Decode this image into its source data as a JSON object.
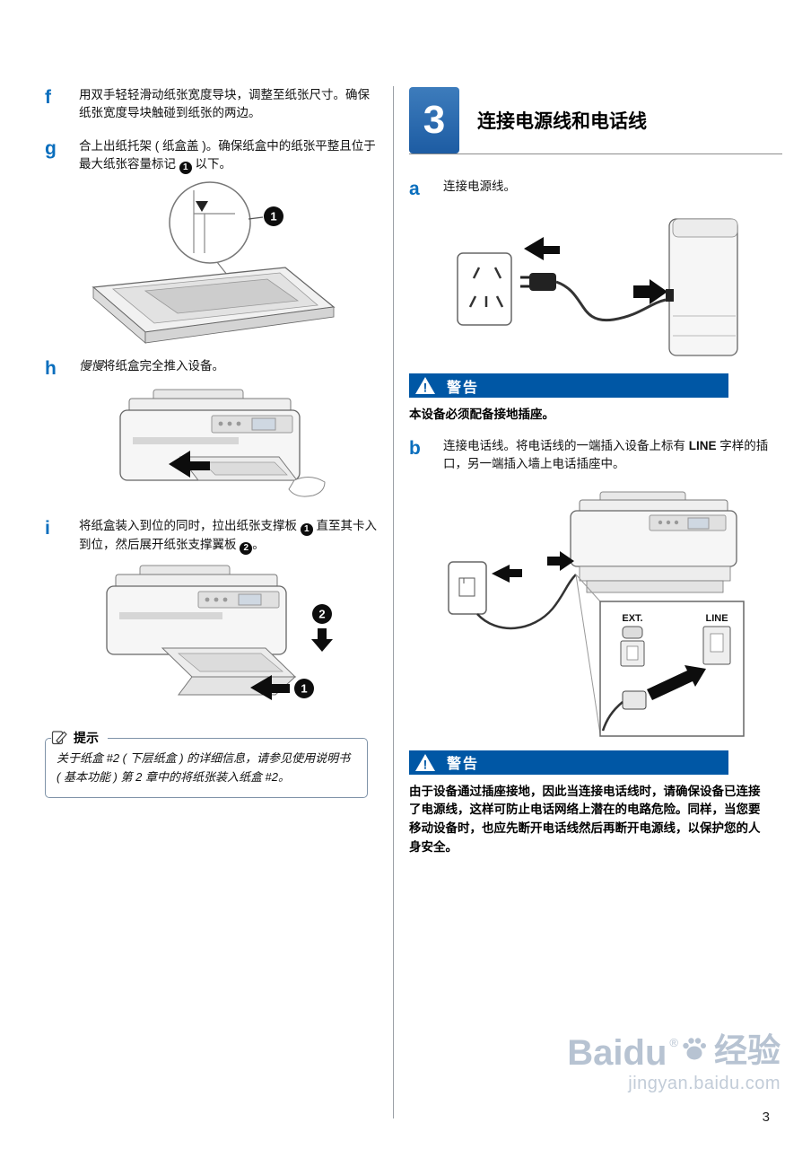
{
  "page": {
    "number": "3"
  },
  "watermark": {
    "brand": "Baidu",
    "reg": "®",
    "suffix": "经验",
    "url": "jingyan.baidu.com"
  },
  "badges": {
    "one": "1",
    "two": "2"
  },
  "icons": {
    "warning_mark": "!"
  },
  "left": {
    "step_f": {
      "label": "f",
      "text": "用双手轻轻滑动纸张宽度导块，调整至纸张尺寸。确保纸张宽度导块触碰到纸张的两边。"
    },
    "step_g": {
      "label": "g",
      "pre": "合上出纸托架 ( 纸盒盖 )。确保纸盒中的纸张平整且位于最大纸张容量标记 ",
      "post": " 以下。"
    },
    "step_h": {
      "label": "h",
      "italic": "慢慢",
      "rest": "将纸盒完全推入设备。"
    },
    "step_i": {
      "label": "i",
      "pre": "将纸盒装入到位的同时，拉出纸张支撑板 ",
      "mid": " 直至其卡入到位，然后展开纸张支撑翼板 ",
      "post": "。"
    },
    "note": {
      "title": "提示",
      "text": "关于纸盒 #2 ( 下层纸盒 ) 的详细信息，请参见使用说明书 ( 基本功能 ) 第 2 章中的将纸张装入纸盒 #2。"
    }
  },
  "right": {
    "section": {
      "number": "3",
      "title": "连接电源线和电话线"
    },
    "step_a": {
      "label": "a",
      "text": "连接电源线。"
    },
    "warning1": {
      "title": "警告",
      "text": "本设备必须配备接地插座。"
    },
    "step_b": {
      "label": "b",
      "pre": "连接电话线。将电话线的一端插入设备上标有 ",
      "bold": "LINE",
      "post": " 字样的插口，另一端插入墙上电话插座中。"
    },
    "warning2": {
      "title": "警告",
      "text": "由于设备通过插座接地，因此当连接电话线时，请确保设备已连接了电源线，这样可防止电话网络上潜在的电路危险。同样，当您要移动设备时，也应先断开电话线然后再断开电源线，以保护您的人身安全。"
    },
    "figure_labels": {
      "ext": "EXT.",
      "line": "LINE"
    }
  }
}
